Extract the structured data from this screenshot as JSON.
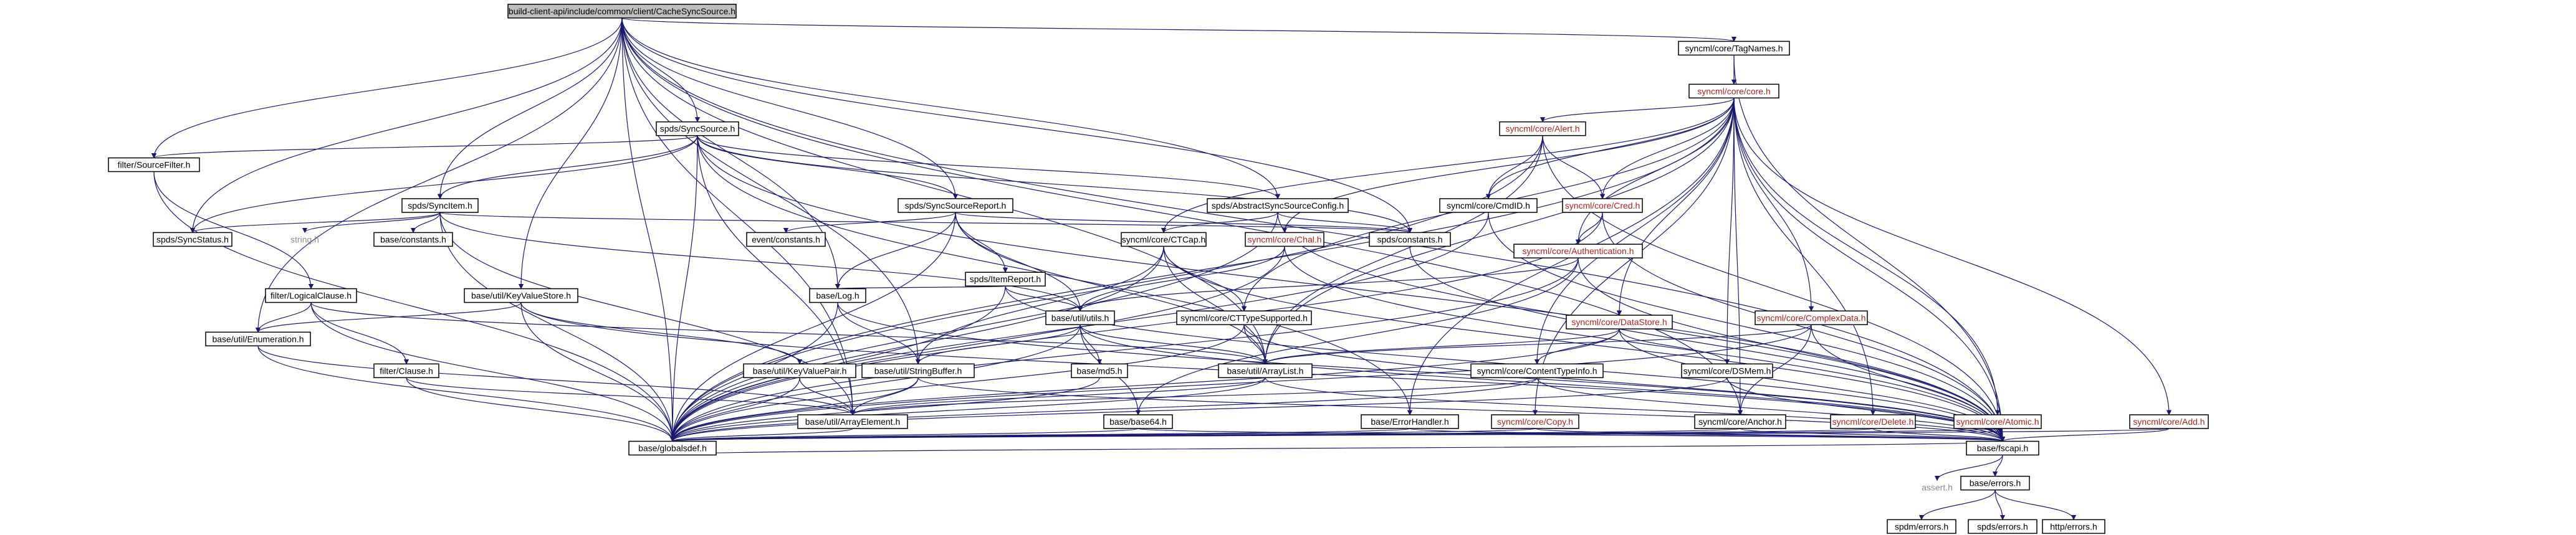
{
  "nodes": [
    {
      "id": "root",
      "label": "build-client-api/include/common/client/CacheSyncSource.h",
      "style": "root"
    },
    {
      "id": "tagnames",
      "label": "syncml/core/TagNames.h"
    },
    {
      "id": "core",
      "label": "syncml/core/core.h",
      "style": "red"
    },
    {
      "id": "syncsource",
      "label": "spds/SyncSource.h"
    },
    {
      "id": "alert",
      "label": "syncml/core/Alert.h",
      "style": "red"
    },
    {
      "id": "sourcefilter",
      "label": "filter/SourceFilter.h"
    },
    {
      "id": "syncitem",
      "label": "spds/SyncItem.h"
    },
    {
      "id": "syncsourcereport",
      "label": "spds/SyncSourceReport.h"
    },
    {
      "id": "abstractsyncsourceconfig",
      "label": "spds/AbstractSyncSourceConfig.h"
    },
    {
      "id": "cmdid",
      "label": "syncml/core/CmdID.h"
    },
    {
      "id": "cred",
      "label": "syncml/core/Cred.h",
      "style": "red"
    },
    {
      "id": "spdsconstants",
      "label": "spds/constants.h"
    },
    {
      "id": "syncstatus",
      "label": "spds/SyncStatus.h"
    },
    {
      "id": "stringh",
      "label": "string.h",
      "style": "gray"
    },
    {
      "id": "baseconstants",
      "label": "base/constants.h"
    },
    {
      "id": "eventconstants",
      "label": "event/constants.h"
    },
    {
      "id": "itemreport",
      "label": "spds/ItemReport.h"
    },
    {
      "id": "ctcap",
      "label": "syncml/core/CTCap.h"
    },
    {
      "id": "chal",
      "label": "syncml/core/Chal.h",
      "style": "red"
    },
    {
      "id": "authentication",
      "label": "syncml/core/Authentication.h",
      "style": "red"
    },
    {
      "id": "logicalclause",
      "label": "filter/LogicalClause.h"
    },
    {
      "id": "keyvaluestore",
      "label": "base/util/KeyValueStore.h"
    },
    {
      "id": "log",
      "label": "base/Log.h"
    },
    {
      "id": "utils",
      "label": "base/util/utils.h"
    },
    {
      "id": "cttypesupported",
      "label": "syncml/core/CTTypeSupported.h"
    },
    {
      "id": "datastore",
      "label": "syncml/core/DataStore.h",
      "style": "red"
    },
    {
      "id": "complexdata",
      "label": "syncml/core/ComplexData.h",
      "style": "red"
    },
    {
      "id": "enumeration",
      "label": "base/util/Enumeration.h"
    },
    {
      "id": "clause",
      "label": "filter/Clause.h"
    },
    {
      "id": "keyvaluepair",
      "label": "base/util/KeyValuePair.h"
    },
    {
      "id": "stringbuffer",
      "label": "base/util/StringBuffer.h"
    },
    {
      "id": "md5",
      "label": "base/md5.h"
    },
    {
      "id": "arraylist",
      "label": "base/util/ArrayList.h"
    },
    {
      "id": "contenttypeinfo",
      "label": "syncml/core/ContentTypeInfo.h"
    },
    {
      "id": "dsmem",
      "label": "syncml/core/DSMem.h"
    },
    {
      "id": "arrayelement",
      "label": "base/util/ArrayElement.h"
    },
    {
      "id": "base64",
      "label": "base/base64.h"
    },
    {
      "id": "errorhandler",
      "label": "base/ErrorHandler.h"
    },
    {
      "id": "copy",
      "label": "syncml/core/Copy.h",
      "style": "red"
    },
    {
      "id": "anchor",
      "label": "syncml/core/Anchor.h"
    },
    {
      "id": "deleteh",
      "label": "syncml/core/Delete.h",
      "style": "red"
    },
    {
      "id": "atomic",
      "label": "syncml/core/Atomic.h",
      "style": "red"
    },
    {
      "id": "add",
      "label": "syncml/core/Add.h",
      "style": "red"
    },
    {
      "id": "globaldef",
      "label": "base/globalsdef.h"
    },
    {
      "id": "fscapi",
      "label": "base/fscapi.h"
    },
    {
      "id": "asserth",
      "label": "assert.h",
      "style": "gray"
    },
    {
      "id": "baseerrors",
      "label": "base/errors.h"
    },
    {
      "id": "spdmerrors",
      "label": "spdm/errors.h"
    },
    {
      "id": "spdserrors",
      "label": "spds/errors.h"
    },
    {
      "id": "httperrors",
      "label": "http/errors.h"
    }
  ],
  "edges": [
    [
      "root",
      "tagnames"
    ],
    [
      "root",
      "syncsource"
    ],
    [
      "root",
      "sourcefilter"
    ],
    [
      "root",
      "syncstatus"
    ],
    [
      "root",
      "syncitem"
    ],
    [
      "root",
      "syncsourcereport"
    ],
    [
      "root",
      "abstractsyncsourceconfig"
    ],
    [
      "root",
      "spdsconstants"
    ],
    [
      "root",
      "keyvaluestore"
    ],
    [
      "root",
      "enumeration"
    ],
    [
      "root",
      "arrayelement"
    ],
    [
      "root",
      "globaldef"
    ],
    [
      "root",
      "fscapi"
    ],
    [
      "root",
      "stringbuffer"
    ],
    [
      "root",
      "arraylist"
    ],
    [
      "root",
      "log"
    ],
    [
      "root",
      "anchor"
    ],
    [
      "tagnames",
      "core"
    ],
    [
      "tagnames",
      "fscapi"
    ],
    [
      "core",
      "alert"
    ],
    [
      "core",
      "cmdid"
    ],
    [
      "core",
      "cred"
    ],
    [
      "core",
      "chal"
    ],
    [
      "core",
      "authentication"
    ],
    [
      "core",
      "ctcap"
    ],
    [
      "core",
      "cttypesupported"
    ],
    [
      "core",
      "datastore"
    ],
    [
      "core",
      "complexdata"
    ],
    [
      "core",
      "contenttypeinfo"
    ],
    [
      "core",
      "dsmem"
    ],
    [
      "core",
      "copy"
    ],
    [
      "core",
      "anchor"
    ],
    [
      "core",
      "deleteh"
    ],
    [
      "core",
      "atomic"
    ],
    [
      "core",
      "add"
    ],
    [
      "core",
      "errorhandler"
    ],
    [
      "core",
      "fscapi"
    ],
    [
      "core",
      "globaldef"
    ],
    [
      "core",
      "arraylist"
    ],
    [
      "syncsource",
      "sourcefilter"
    ],
    [
      "syncsource",
      "syncitem"
    ],
    [
      "syncsource",
      "syncstatus"
    ],
    [
      "syncsource",
      "syncsourcereport"
    ],
    [
      "syncsource",
      "abstractsyncsourceconfig"
    ],
    [
      "syncsource",
      "spdsconstants"
    ],
    [
      "syncsource",
      "globaldef"
    ],
    [
      "syncsource",
      "fscapi"
    ],
    [
      "syncsource",
      "arrayelement"
    ],
    [
      "syncsource",
      "errorhandler"
    ],
    [
      "alert",
      "cmdid"
    ],
    [
      "alert",
      "cred"
    ],
    [
      "alert",
      "globaldef"
    ],
    [
      "alert",
      "fscapi"
    ],
    [
      "alert",
      "arraylist"
    ],
    [
      "sourcefilter",
      "logicalclause"
    ],
    [
      "sourcefilter",
      "globaldef"
    ],
    [
      "syncitem",
      "syncstatus"
    ],
    [
      "syncitem",
      "stringh"
    ],
    [
      "syncitem",
      "baseconstants"
    ],
    [
      "syncitem",
      "spdsconstants"
    ],
    [
      "syncitem",
      "utils"
    ],
    [
      "syncitem",
      "globaldef"
    ],
    [
      "syncitem",
      "arrayelement"
    ],
    [
      "syncsourcereport",
      "eventconstants"
    ],
    [
      "syncsourcereport",
      "itemreport"
    ],
    [
      "syncsourcereport",
      "spdsconstants"
    ],
    [
      "syncsourcereport",
      "utils"
    ],
    [
      "syncsourcereport",
      "log"
    ],
    [
      "syncsourcereport",
      "globaldef"
    ],
    [
      "syncsourcereport",
      "arraylist"
    ],
    [
      "abstractsyncsourceconfig",
      "ctcap"
    ],
    [
      "abstractsyncsourceconfig",
      "spdsconstants"
    ],
    [
      "abstractsyncsourceconfig",
      "globaldef"
    ],
    [
      "abstractsyncsourceconfig",
      "fscapi"
    ],
    [
      "cmdid",
      "globaldef"
    ],
    [
      "cmdid",
      "fscapi"
    ],
    [
      "cred",
      "authentication"
    ],
    [
      "cred",
      "globaldef"
    ],
    [
      "cred",
      "fscapi"
    ],
    [
      "spdsconstants",
      "fscapi"
    ],
    [
      "itemreport",
      "utils"
    ],
    [
      "itemreport",
      "globaldef"
    ],
    [
      "itemreport",
      "fscapi"
    ],
    [
      "itemreport",
      "log"
    ],
    [
      "ctcap",
      "cttypesupported"
    ],
    [
      "ctcap",
      "arraylist"
    ],
    [
      "ctcap",
      "globaldef"
    ],
    [
      "ctcap",
      "fscapi"
    ],
    [
      "ctcap",
      "stringbuffer"
    ],
    [
      "chal",
      "globaldef"
    ],
    [
      "chal",
      "fscapi"
    ],
    [
      "chal",
      "utils"
    ],
    [
      "authentication",
      "utils"
    ],
    [
      "authentication",
      "globaldef"
    ],
    [
      "authentication",
      "fscapi"
    ],
    [
      "authentication",
      "base64"
    ],
    [
      "logicalclause",
      "clause"
    ],
    [
      "logicalclause",
      "arraylist"
    ],
    [
      "logicalclause",
      "globaldef"
    ],
    [
      "logicalclause",
      "enumeration"
    ],
    [
      "keyvaluestore",
      "keyvaluepair"
    ],
    [
      "keyvaluestore",
      "enumeration"
    ],
    [
      "keyvaluestore",
      "globaldef"
    ],
    [
      "keyvaluestore",
      "fscapi"
    ],
    [
      "log",
      "stringbuffer"
    ],
    [
      "log",
      "globaldef"
    ],
    [
      "log",
      "fscapi"
    ],
    [
      "utils",
      "md5"
    ],
    [
      "utils",
      "arraylist"
    ],
    [
      "utils",
      "stringbuffer"
    ],
    [
      "utils",
      "base64"
    ],
    [
      "utils",
      "globaldef"
    ],
    [
      "utils",
      "fscapi"
    ],
    [
      "cttypesupported",
      "arraylist"
    ],
    [
      "cttypesupported",
      "globaldef"
    ],
    [
      "cttypesupported",
      "fscapi"
    ],
    [
      "datastore",
      "contenttypeinfo"
    ],
    [
      "datastore",
      "dsmem"
    ],
    [
      "datastore",
      "arraylist"
    ],
    [
      "datastore",
      "globaldef"
    ],
    [
      "datastore",
      "fscapi"
    ],
    [
      "complexdata",
      "anchor"
    ],
    [
      "complexdata",
      "arraylist"
    ],
    [
      "complexdata",
      "globaldef"
    ],
    [
      "complexdata",
      "fscapi"
    ],
    [
      "enumeration",
      "arrayelement"
    ],
    [
      "enumeration",
      "globaldef"
    ],
    [
      "clause",
      "arrayelement"
    ],
    [
      "clause",
      "globaldef"
    ],
    [
      "keyvaluepair",
      "arrayelement"
    ],
    [
      "keyvaluepair",
      "globaldef"
    ],
    [
      "stringbuffer",
      "arrayelement"
    ],
    [
      "stringbuffer",
      "globaldef"
    ],
    [
      "stringbuffer",
      "fscapi"
    ],
    [
      "md5",
      "globaldef"
    ],
    [
      "arraylist",
      "arrayelement"
    ],
    [
      "arraylist",
      "globaldef"
    ],
    [
      "arraylist",
      "fscapi"
    ],
    [
      "contenttypeinfo",
      "arrayelement"
    ],
    [
      "contenttypeinfo",
      "globaldef"
    ],
    [
      "contenttypeinfo",
      "fscapi"
    ],
    [
      "dsmem",
      "globaldef"
    ],
    [
      "dsmem",
      "fscapi"
    ],
    [
      "arrayelement",
      "globaldef"
    ],
    [
      "base64",
      "globaldef"
    ],
    [
      "base64",
      "fscapi"
    ],
    [
      "errorhandler",
      "globaldef"
    ],
    [
      "errorhandler",
      "fscapi"
    ],
    [
      "copy",
      "globaldef"
    ],
    [
      "copy",
      "fscapi"
    ],
    [
      "anchor",
      "globaldef"
    ],
    [
      "anchor",
      "fscapi"
    ],
    [
      "deleteh",
      "globaldef"
    ],
    [
      "deleteh",
      "fscapi"
    ],
    [
      "atomic",
      "globaldef"
    ],
    [
      "atomic",
      "fscapi"
    ],
    [
      "add",
      "globaldef"
    ],
    [
      "add",
      "fscapi"
    ],
    [
      "globaldef",
      "fscapi"
    ],
    [
      "fscapi",
      "asserth"
    ],
    [
      "fscapi",
      "baseerrors"
    ],
    [
      "baseerrors",
      "spdmerrors"
    ],
    [
      "baseerrors",
      "spdserrors"
    ],
    [
      "baseerrors",
      "httperrors"
    ]
  ],
  "colors": {
    "edge": "#191970",
    "node_fill": "#ffffff",
    "root_fill": "#bfbfbf",
    "red_text": "#b22222",
    "gray_text": "#8c8c8c"
  }
}
